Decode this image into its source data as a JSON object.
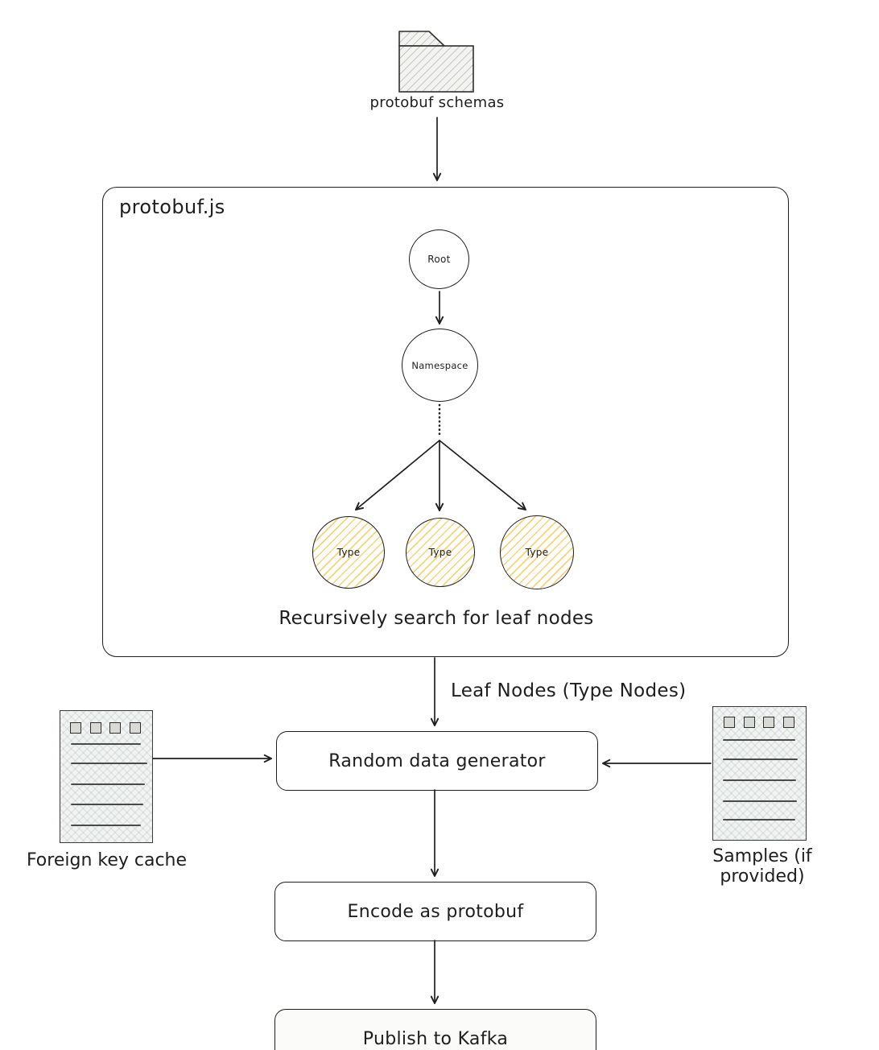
{
  "diagram": {
    "schemas_folder": {
      "icon": "folder-icon",
      "label": "protobuf schemas"
    },
    "protobufjs": {
      "title": "protobuf.js",
      "root_node": "Root",
      "namespace_node": "Namespace",
      "type_nodes": [
        "Type",
        "Type",
        "Type"
      ],
      "caption": "Recursively search for leaf nodes"
    },
    "leaf_edge_label": "Leaf Nodes (Type Nodes)",
    "generator_box": "Random data generator",
    "foreign_key_cache": {
      "icon": "document-icon",
      "label": "Foreign key cache"
    },
    "samples": {
      "icon": "document-icon",
      "label": "Samples (if provided)"
    },
    "encode_box": "Encode as protobuf",
    "publish_box": "Publish to Kafka",
    "colors": {
      "stroke": "#1e1e1e",
      "type_node_hatch": "#f6c34c",
      "folder_fill": "#ededeb",
      "document_fill": "#f1f3f3"
    }
  }
}
